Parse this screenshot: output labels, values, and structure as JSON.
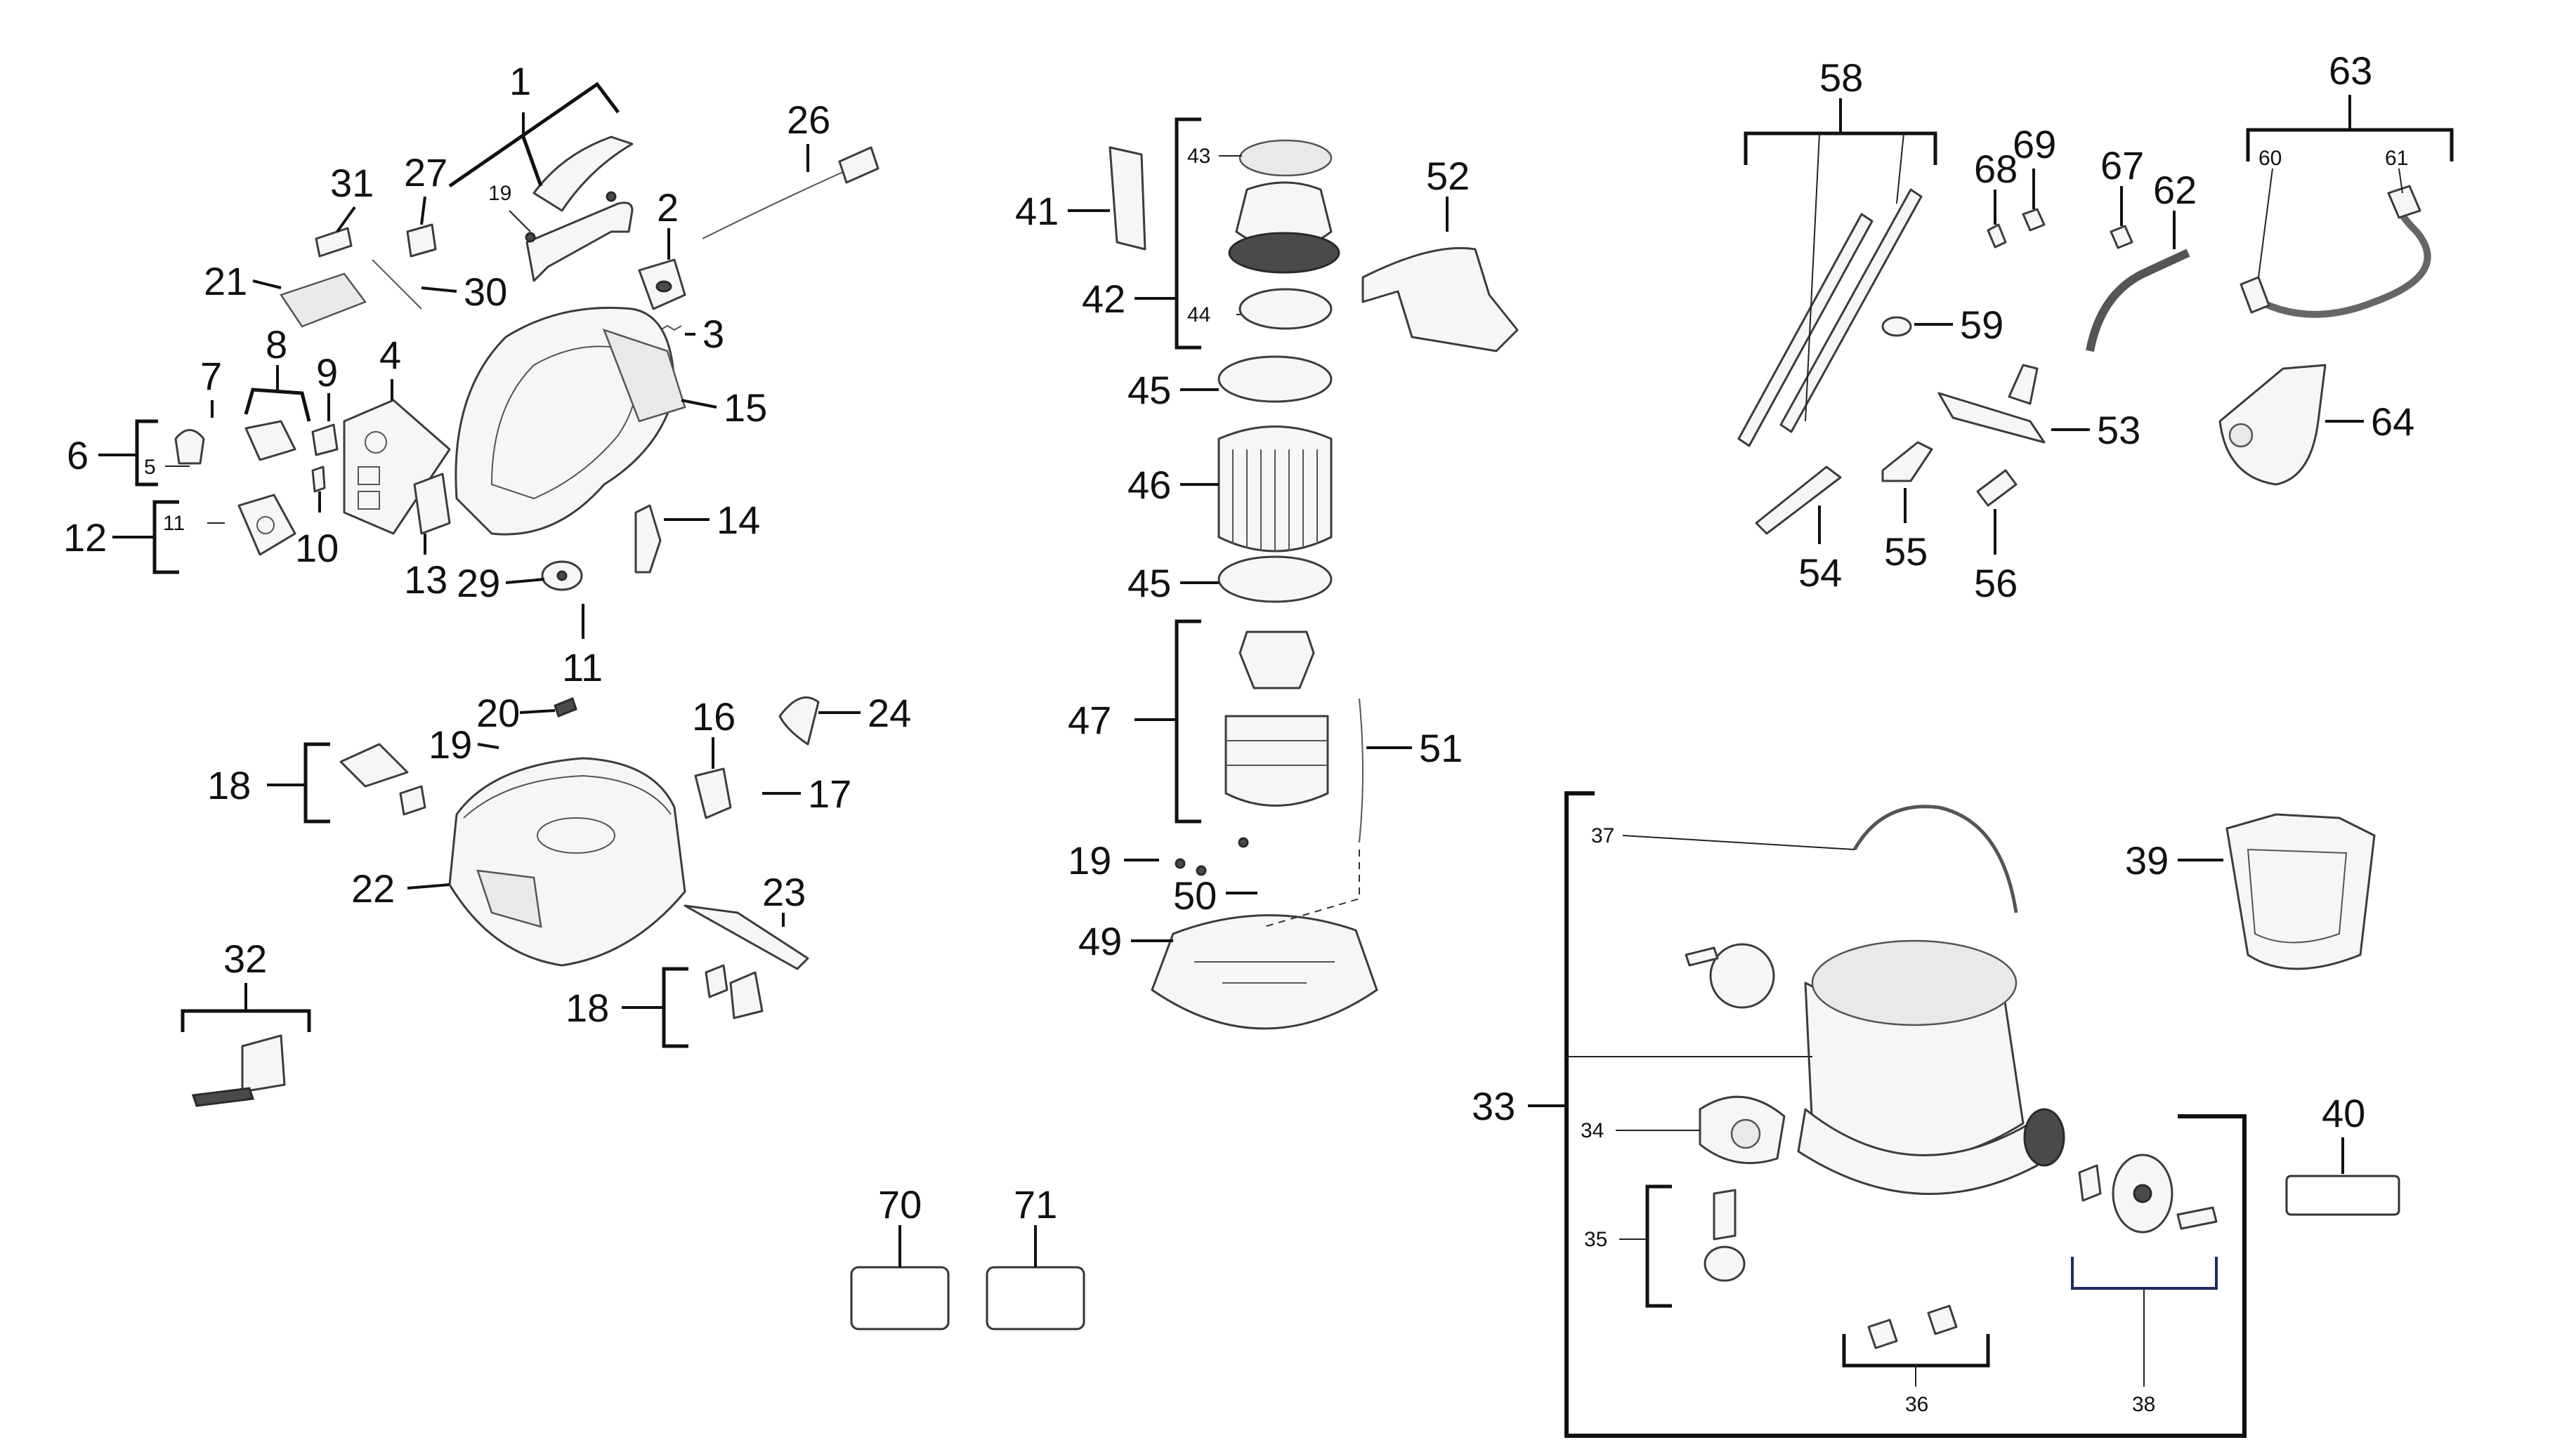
{
  "diagram": {
    "labels_large": [
      "1",
      "2",
      "3",
      "4",
      "6",
      "7",
      "8",
      "9",
      "10",
      "11",
      "12",
      "13",
      "14",
      "15",
      "16",
      "17",
      "18",
      "19",
      "20",
      "21",
      "22",
      "23",
      "24",
      "26",
      "27",
      "29",
      "30",
      "31",
      "32",
      "33",
      "39",
      "40",
      "41",
      "42",
      "45",
      "46",
      "47",
      "49",
      "50",
      "51",
      "52",
      "53",
      "54",
      "55",
      "56",
      "58",
      "59",
      "62",
      "63",
      "64",
      "67",
      "68",
      "69",
      "70",
      "71"
    ],
    "labels_small": [
      "5",
      "11",
      "19",
      "34",
      "35",
      "36",
      "37",
      "38",
      "43",
      "44",
      "60",
      "61"
    ]
  },
  "colors": {
    "ink": "#111111",
    "part_stroke": "#3c3c3c",
    "part_fill": "#f6f6f6",
    "bracket_blue": "#1f2a5c"
  }
}
